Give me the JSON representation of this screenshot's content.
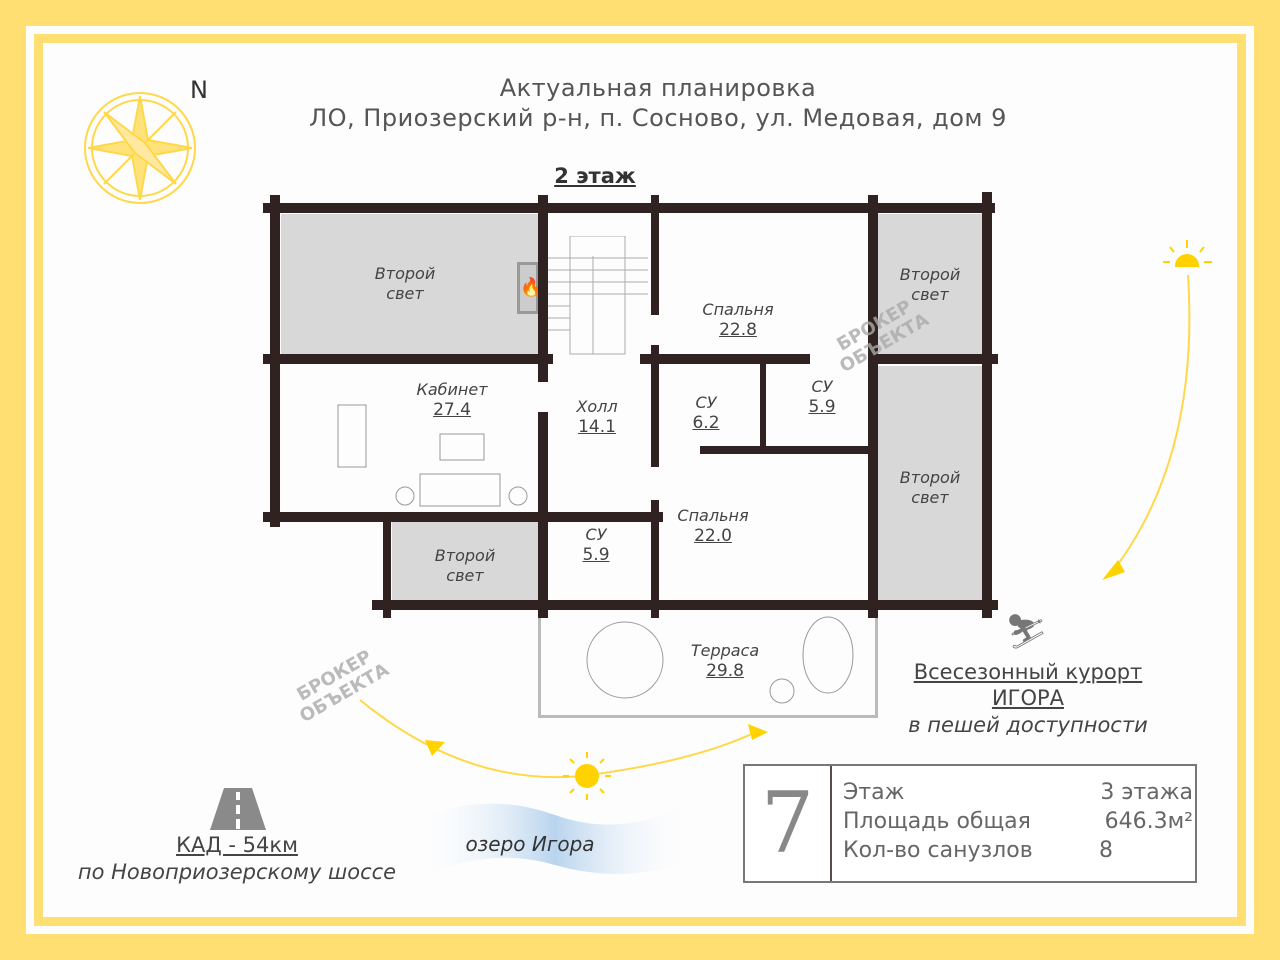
{
  "header": {
    "line1": "Актуальная планировка",
    "line2": "ЛО, Приозерский р-н, п. Сосново, ул. Медовая, дом 9",
    "floor": "2 этаж"
  },
  "compass": {
    "north": "N",
    "icon": "compass-rose-icon"
  },
  "rooms": [
    {
      "name": "Второй",
      "name2": "свет"
    },
    {
      "name": "Второй",
      "name2": "свет"
    },
    {
      "name": "Второй",
      "name2": "свет"
    },
    {
      "name": "Второй",
      "name2": "свет"
    },
    {
      "name": "Спальня",
      "area": "22.8"
    },
    {
      "name": "Кабинет",
      "area": "27.4"
    },
    {
      "name": "Холл",
      "area": "14.1"
    },
    {
      "name": "СУ",
      "area": "6.2"
    },
    {
      "name": "СУ",
      "area": "5.9"
    },
    {
      "name": "Спальня",
      "area": "22.0"
    },
    {
      "name": "СУ",
      "area": "5.9"
    },
    {
      "name": "Терраса",
      "area": "29.8"
    }
  ],
  "watermark": {
    "line1": "БРОКЕР",
    "line2": "ОБЪЕКТА"
  },
  "resort": {
    "line1": "Всесезонный курорт",
    "line2": "ИГОРА",
    "line3": "в пешей доступности",
    "icon": "skier-icon"
  },
  "road": {
    "line1": "КАД - 54км",
    "line2": "по Новоприозерскому шоссе",
    "icon": "road-icon"
  },
  "lake": {
    "label": "озеро Игора"
  },
  "info": {
    "number": "7",
    "rows": [
      {
        "label": "Этаж",
        "value": "3 этажа"
      },
      {
        "label": "Площадь общая",
        "value": "646.3м²"
      },
      {
        "label": "Кол-во санузлов",
        "value": "8"
      }
    ]
  },
  "colors": {
    "background": "#FFDE72",
    "wall": "#2f2220",
    "second_light": "#d8d8d8",
    "sun": "#FFD200"
  }
}
